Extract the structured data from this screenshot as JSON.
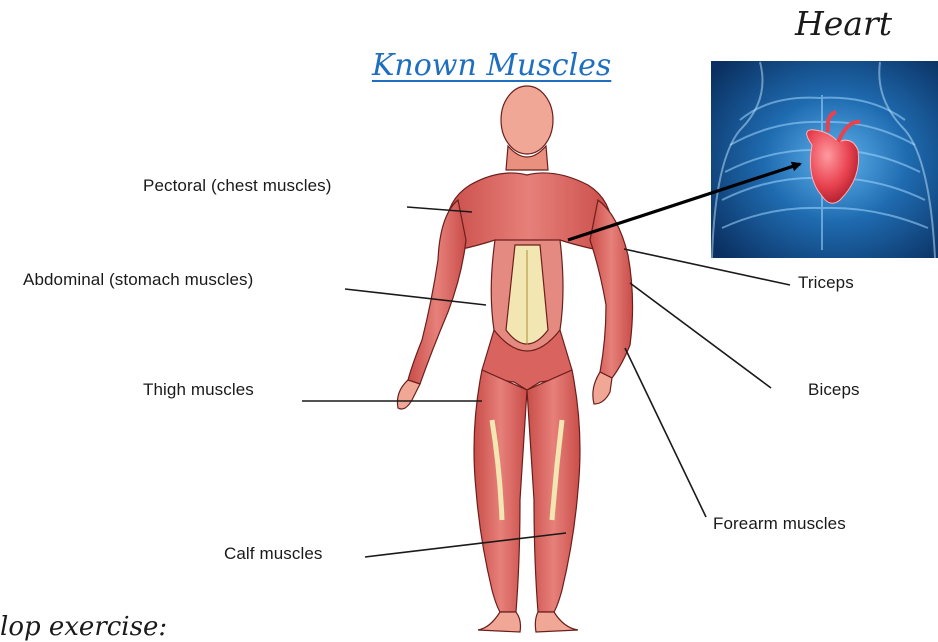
{
  "title": "Known Muscles",
  "heart_label": "Heart",
  "footer_text": "lop exercise:",
  "labels": {
    "pectoral": "Pectoral (chest muscles)",
    "abdominal": "Abdominal (stomach muscles)",
    "thigh": "Thigh muscles",
    "calf": "Calf muscles",
    "triceps": "Triceps",
    "biceps": "Biceps",
    "forearm": "Forearm muscles"
  },
  "colors": {
    "title": "#1f6fc0",
    "muscle": "#d9635e",
    "muscle_dark": "#a8322e",
    "skin": "#f3b3a4",
    "tendon": "#f2e6b2",
    "heart_bg": "#0d3a73",
    "heart": "#e84a55"
  }
}
